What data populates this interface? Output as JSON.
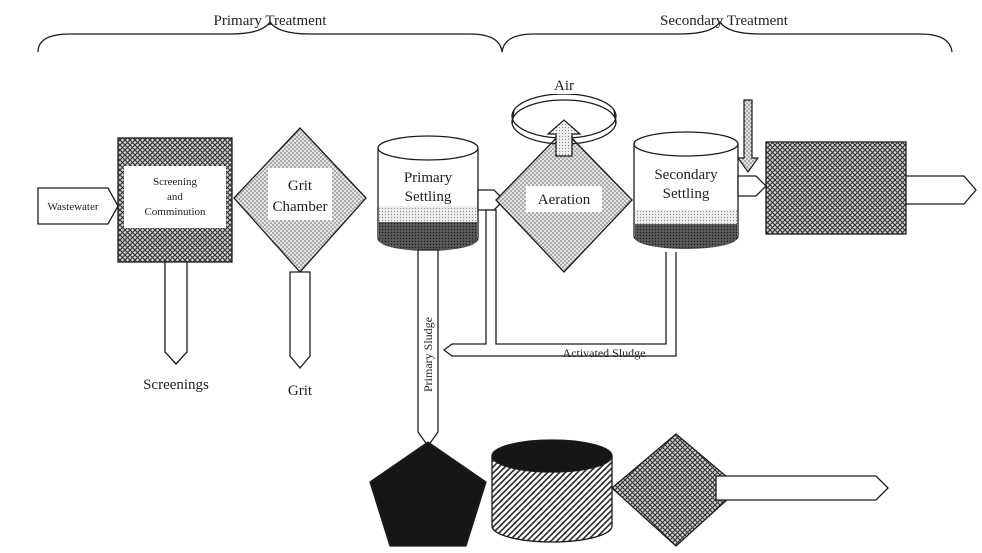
{
  "diagram": {
    "headers": {
      "primary": "Primary Treatment",
      "secondary": "Secondary Treatment"
    },
    "input": "Wastewater",
    "screening": [
      "Screening",
      "and",
      "Comminution"
    ],
    "grit_chamber": [
      "Grit",
      "Chamber"
    ],
    "primary_settling": [
      "Primary",
      "Settling"
    ],
    "air": "Air",
    "aeration": "Aeration",
    "secondary_settling": [
      "Secondary",
      "Settling"
    ],
    "screenings": "Screenings",
    "grit": "Grit",
    "primary_sludge": "Primary Sludge",
    "activated_sludge": "Activated Sludge"
  },
  "colors": {
    "ink": "#1c1c1c",
    "stipple": "#8a8a8a",
    "label_box": "#ffffff",
    "solid_pentagon": "#161616"
  }
}
